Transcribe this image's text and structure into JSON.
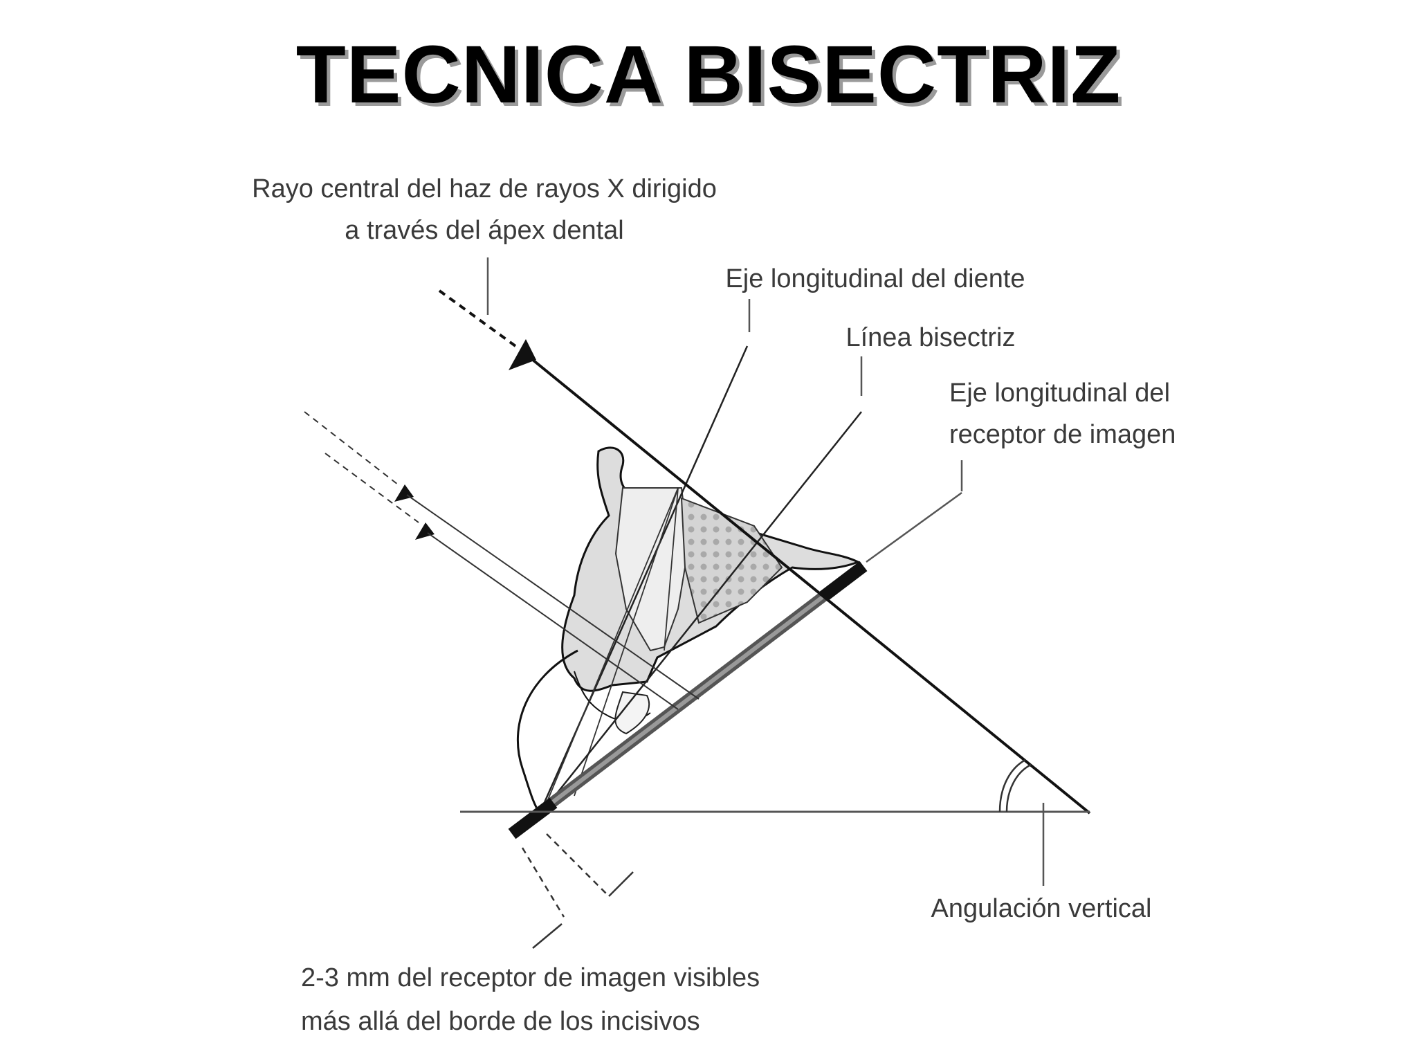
{
  "title": "TECNICA BISECTRIZ",
  "labels": {
    "central_ray_line1": "Rayo central del haz de rayos X dirigido",
    "central_ray_line2": "a través del ápex dental",
    "tooth_axis": "Eje longitudinal del diente",
    "bisector": "Línea bisectriz",
    "receptor_axis_line1": "Eje longitudinal del",
    "receptor_axis_line2": "receptor de imagen",
    "vertical_angulation": "Angulación vertical",
    "margin_line1": "2-3 mm del receptor de imagen visibles",
    "margin_line2": "más allá del borde de los incisivos"
  },
  "colors": {
    "line": "#111111",
    "tooth_fill": "#e2e2e2",
    "pulp_fill": "#cfcfcf",
    "receptor": "#1a1a1a"
  }
}
